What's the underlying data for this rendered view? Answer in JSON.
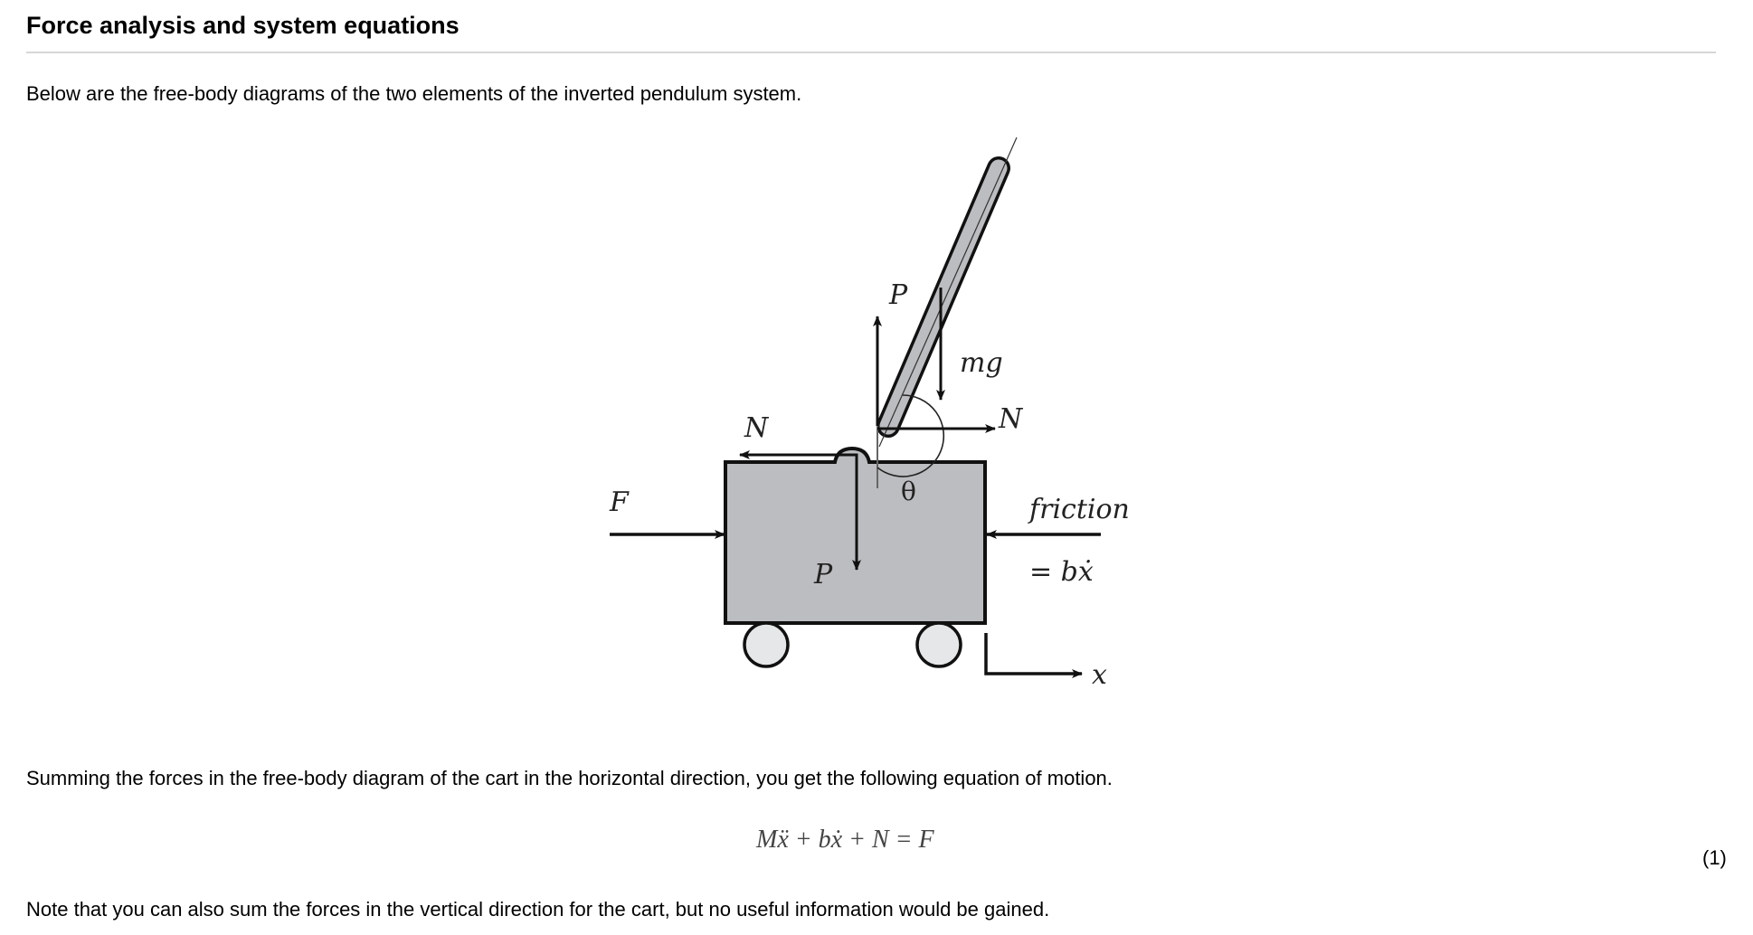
{
  "section": {
    "title": "Force analysis and system equations"
  },
  "paragraphs": {
    "intro": "Below are the free-body diagrams of the two elements of the inverted pendulum system.",
    "summing": "Summing the forces in the free-body diagram of the cart in the horizontal direction, you get the following equation of motion.",
    "note": "Note that you can also sum the forces in the vertical direction for the cart, but no useful information would be gained."
  },
  "diagram": {
    "labels": {
      "P_top": "P",
      "mg": "mg",
      "N_right": "N",
      "N_left": "N",
      "F": "F",
      "theta": "θ",
      "friction": "friction",
      "bxdot": "= bẋ",
      "P_cart": "P",
      "x_axis": "x"
    },
    "colors": {
      "body_fill": "#bcbdc0",
      "wheel_fill": "#e6e7e8",
      "stroke": "#111111"
    }
  },
  "equation": {
    "text": "Mẍ + bẋ + N = F",
    "number": "(1)"
  }
}
